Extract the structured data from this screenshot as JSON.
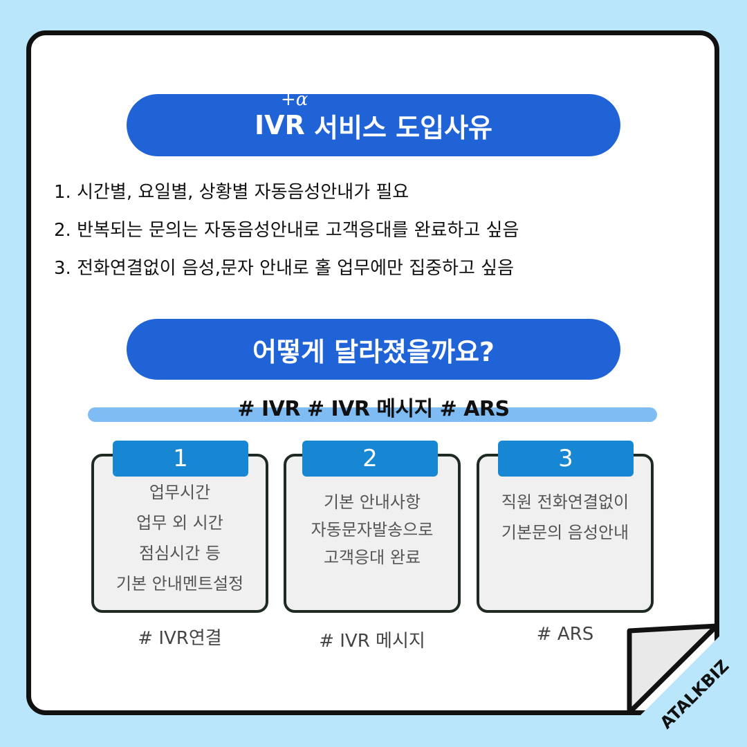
{
  "header": {
    "ivr": "IVR",
    "alpha": "+α",
    "title_rest": "서비스 도입사유"
  },
  "reasons": [
    "1. 시간별, 요일별, 상황별 자동음성안내가 필요",
    "2. 반복되는 문의는 자동음성안내로 고객응대를 완료하고 싶음",
    "3. 전화연결없이 음성,문자 안내로 홀 업무에만 집중하고 싶음"
  ],
  "section2": {
    "title": "어떻게 달라졌을까요?",
    "tagline": "# IVR  # IVR 메시지  # ARS"
  },
  "cards": [
    {
      "number": "1",
      "lines": [
        "업무시간",
        "업무 외 시간",
        "점심시간 등",
        "기본 안내멘트설정"
      ],
      "tag": "# IVR연결"
    },
    {
      "number": "2",
      "lines": [
        "기본 안내사항",
        "자동문자발송으로",
        "고객응대 완료"
      ],
      "tag": "# IVR 메시지"
    },
    {
      "number": "3",
      "lines": [
        "직원 전화연결없이",
        "기본문의 음성안내"
      ],
      "tag": "# ARS"
    }
  ],
  "brand": "ATALKBIZ",
  "colors": {
    "background": "#b9e6fb",
    "pill": "#1f63d6",
    "number_tab": "#1787d3",
    "tag_bar": "#7fbcf3"
  }
}
